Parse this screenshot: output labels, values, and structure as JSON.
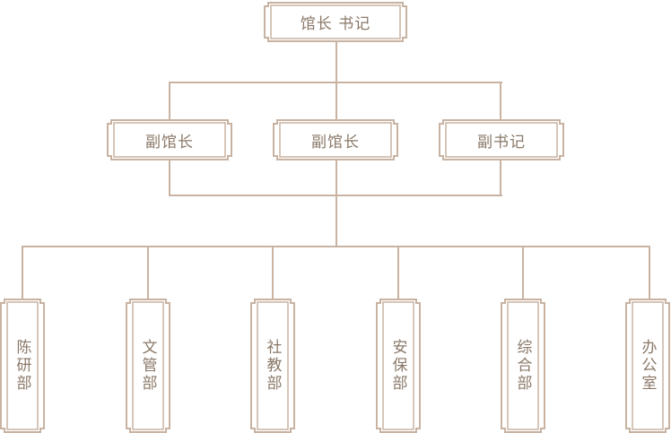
{
  "theme": {
    "line_color": "#c8b3a2",
    "text_color": "#8a7868"
  },
  "top": {
    "label": "馆长 书记"
  },
  "deputies": [
    {
      "label": "副馆长"
    },
    {
      "label": "副馆长"
    },
    {
      "label": "副书记"
    }
  ],
  "departments": [
    {
      "label": "陈研部"
    },
    {
      "label": "文管部"
    },
    {
      "label": "社教部"
    },
    {
      "label": "安保部"
    },
    {
      "label": "综合部"
    },
    {
      "label": "办公室"
    }
  ]
}
